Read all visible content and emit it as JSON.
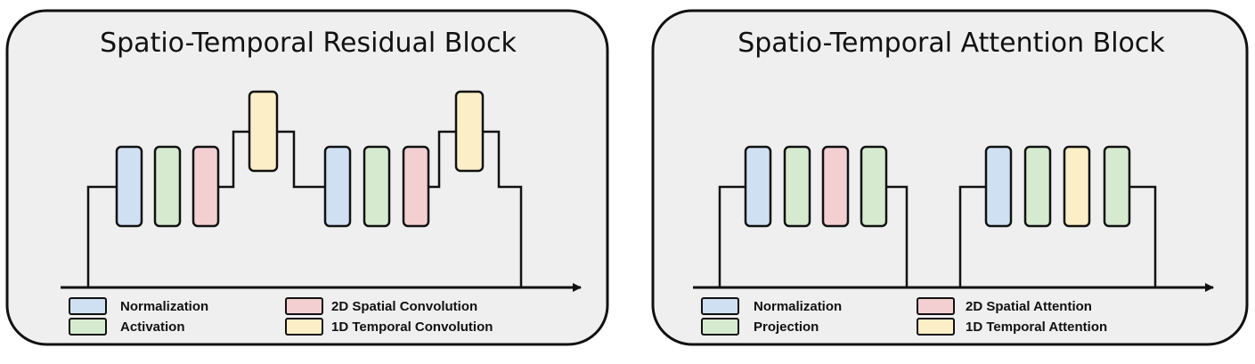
{
  "colors": {
    "normalization": "#cfe0f2",
    "activation": "#d6ead0",
    "projection": "#d6ead0",
    "spatial": "#f3cfd1",
    "temporal": "#fcefc7",
    "panel_bg": "#efefef",
    "stroke": "#111111"
  },
  "panels": [
    {
      "title": "Spatio-Temporal Residual Block",
      "legend": [
        {
          "label": "Normalization",
          "kind": "normalization"
        },
        {
          "label": "Activation",
          "kind": "activation"
        },
        {
          "label": "2D Spatial Convolution",
          "kind": "spatial"
        },
        {
          "label": "1D Temporal Convolution",
          "kind": "temporal"
        }
      ]
    },
    {
      "title": "Spatio-Temporal Attention Block",
      "legend": [
        {
          "label": "Normalization",
          "kind": "normalization"
        },
        {
          "label": "Projection",
          "kind": "projection"
        },
        {
          "label": "2D Spatial Attention",
          "kind": "spatial"
        },
        {
          "label": "1D Temporal Attention",
          "kind": "temporal"
        }
      ]
    }
  ]
}
